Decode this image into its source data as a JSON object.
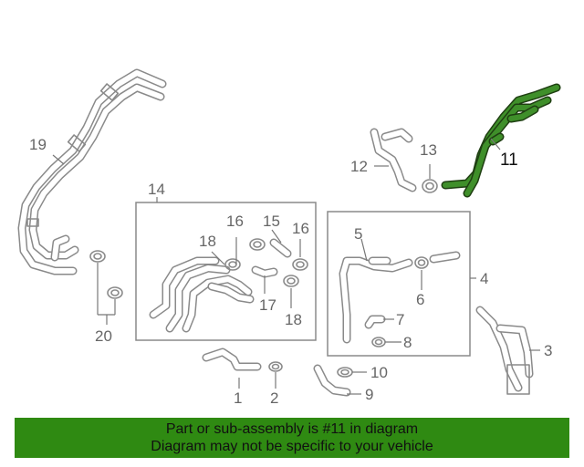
{
  "callouts": {
    "c1": "1",
    "c2": "2",
    "c3": "3",
    "c4": "4",
    "c5": "5",
    "c6": "6",
    "c7": "7",
    "c8": "8",
    "c9": "9",
    "c10": "10",
    "c11": "11",
    "c12": "12",
    "c13": "13",
    "c14": "14",
    "c15": "15",
    "c16a": "16",
    "c16b": "16",
    "c17": "17",
    "c18a": "18",
    "c18b": "18",
    "c19": "19",
    "c20": "20"
  },
  "highlight_color": "#3f8f2a",
  "banner": {
    "line1": "Part or sub-assembly is #11 in diagram",
    "line2": "Diagram may not be specific to your vehicle",
    "color": "#2f8a12"
  }
}
